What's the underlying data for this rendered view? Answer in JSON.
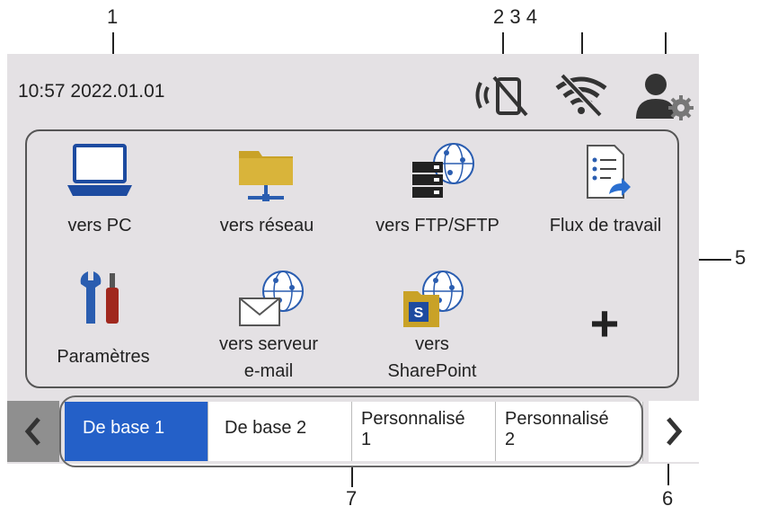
{
  "callouts": {
    "c1": "1",
    "c234": "2 3 4",
    "c5": "5",
    "c6": "6",
    "c7": "7"
  },
  "status": {
    "datetime": "10:57 2022.01.01",
    "icons": [
      "nfc-off-icon",
      "wifi-off-icon",
      "user-settings-icon"
    ]
  },
  "apps": [
    {
      "label": "vers PC",
      "icon": "laptop-icon"
    },
    {
      "label": "vers réseau",
      "icon": "network-folder-icon"
    },
    {
      "label": "vers FTP/SFTP",
      "icon": "ftp-server-globe-icon"
    },
    {
      "label": "Flux de travail",
      "icon": "workflow-document-icon"
    },
    {
      "label": "Paramètres",
      "icon": "tools-icon"
    },
    {
      "label_line1": "vers serveur",
      "label_line2": "e-mail",
      "icon": "email-globe-icon"
    },
    {
      "label_line1": "vers",
      "label_line2": "SharePoint",
      "icon": "sharepoint-globe-icon"
    },
    {
      "label": "+",
      "icon": "add-icon"
    }
  ],
  "tabs": [
    {
      "label": "De base 1",
      "active": true
    },
    {
      "label": "De base 2",
      "active": false
    },
    {
      "label_line1": "Personnalisé",
      "label_line2": "1",
      "active": false
    },
    {
      "label_line1": "Personnalisé",
      "label_line2": "2",
      "active": false
    }
  ],
  "colors": {
    "screen_bg": "#e4e1e4",
    "active_tab": "#2460c8",
    "laptop_blue": "#1d4ba0",
    "folder_gold": "#c9a227",
    "tool_red": "#a0281e"
  }
}
